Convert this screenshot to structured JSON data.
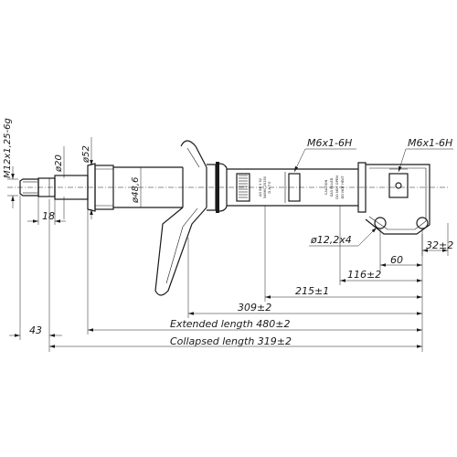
{
  "labels": {
    "thread_main": "M12x1,25-6g",
    "dia_20": "ø20",
    "dia_52": "ø52",
    "dia_48_6": "ø48,6",
    "dim_18": "18",
    "thread_m6_left": "M6x1-6H",
    "thread_m6_right": "M6x1-6H",
    "dia_12_2x4": "ø12,2x4",
    "dim_32": "32±2",
    "dim_60": "60",
    "dim_116": "116±2",
    "dim_215": "215±1",
    "dim_309": "309±2",
    "dim_43": "43",
    "extended_length": "Extended length 480±2",
    "collapsed_length": "Collapsed length 319±2"
  },
  "body_text": {
    "part_line1": "AG 88 3 52",
    "part_line2": "54660-25150",
    "part_line3": "D A T E",
    "caution_line1": "CAUTION",
    "caution_line2": "GAS FILLED",
    "caution_line3": "DO NOT OPEN",
    "caution_line4": "DO NOT HEAT"
  }
}
